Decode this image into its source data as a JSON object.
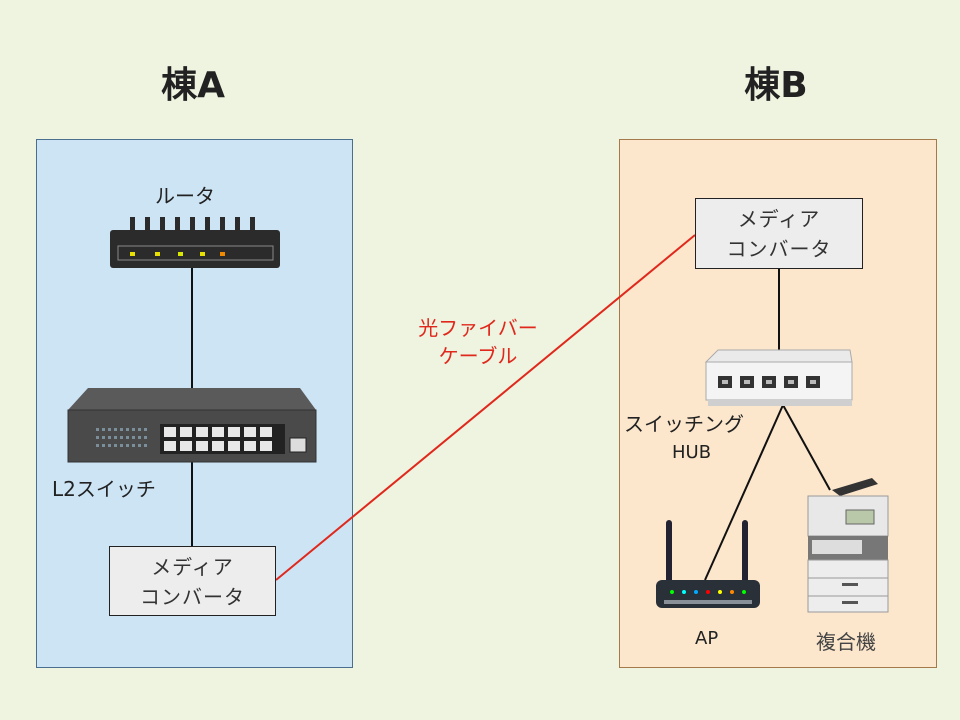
{
  "building_a": {
    "title": "棟A"
  },
  "building_b": {
    "title": "棟B"
  },
  "devices": {
    "router_label": "ルータ",
    "l2_switch_label": "L2スイッチ",
    "media_converter_a": [
      "メディア",
      "コンバータ"
    ],
    "media_converter_b": [
      "メディア",
      "コンバータ"
    ],
    "switching_hub_label": "スイッチング",
    "switching_hub_label2": "HUB",
    "ap_label": "AP",
    "mfp_label": "複合機"
  },
  "fiber_cable": {
    "label": [
      "光ファイバー",
      "ケーブル"
    ],
    "color": "#e0281c"
  },
  "colors": {
    "background": "#eef4e0",
    "building_a_fill": "#cde4f5",
    "building_b_fill": "#fce7cd"
  }
}
